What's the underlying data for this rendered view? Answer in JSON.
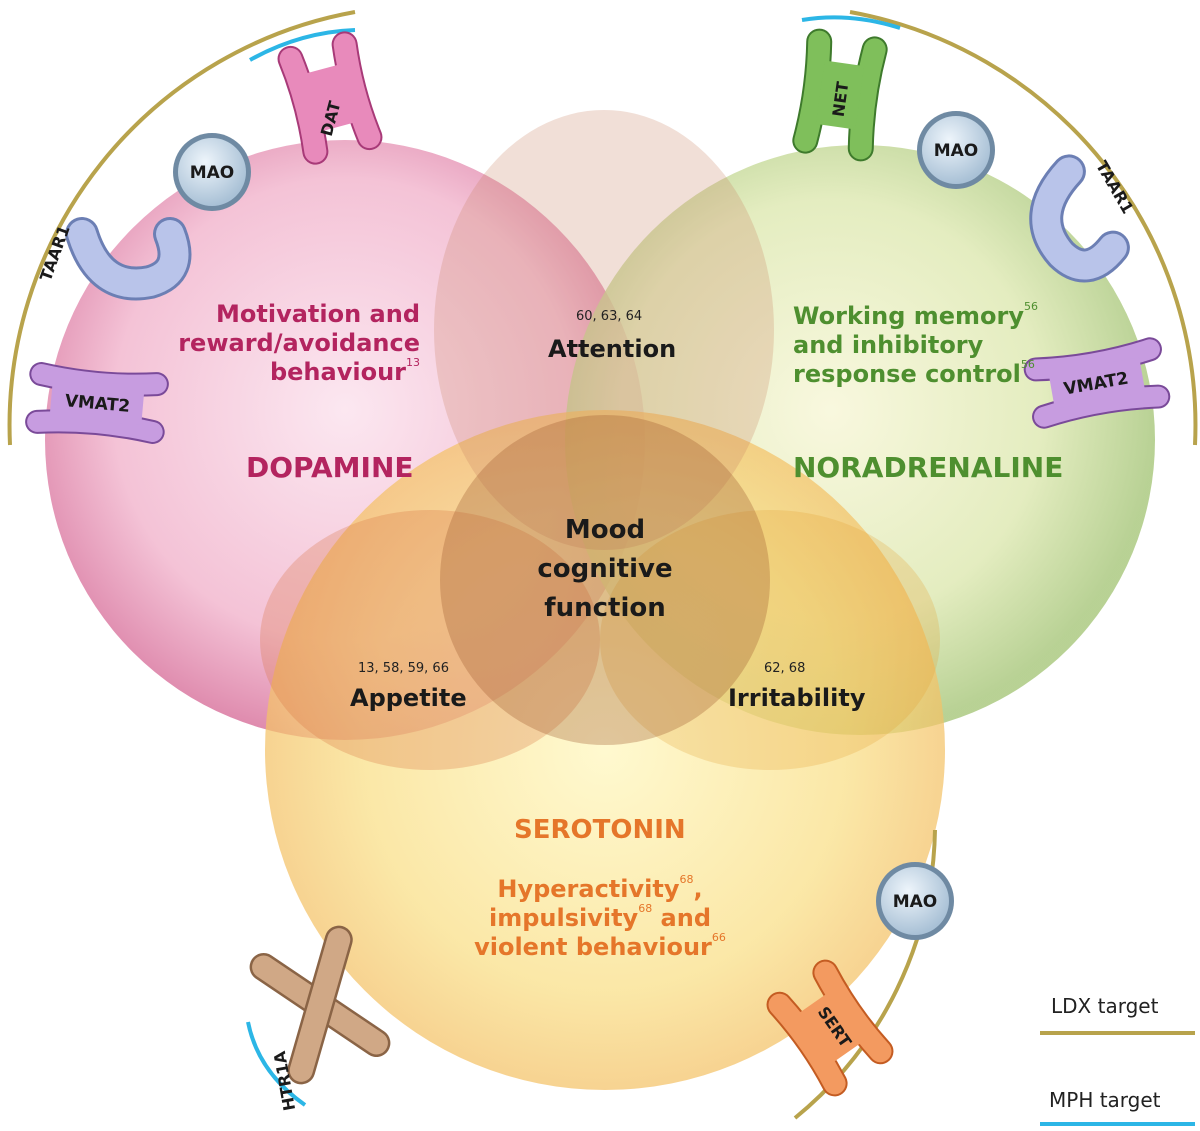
{
  "colors": {
    "dopamine": "#b3245f",
    "noradrenaline": "#4e8f2f",
    "serotonin": "#e5762a",
    "ldx_line": "#b8a34c",
    "mph_line": "#2cb6e6"
  },
  "circles": {
    "dopamine": {
      "name": "DOPAMINE",
      "function_lines": [
        "Motivation and",
        "reward/avoidance",
        "behaviour"
      ],
      "function_ref": "13"
    },
    "noradrenaline": {
      "name": "NORADRENALINE",
      "function_lines": [
        "Working memory",
        "and inhibitory",
        "response control"
      ],
      "function_refs": [
        "56",
        "",
        "56"
      ]
    },
    "serotonin": {
      "name": "SEROTONIN",
      "function_lines": [
        "Hyperactivity",
        ",",
        "impulsivity",
        " and",
        "violent behaviour"
      ],
      "function_refs": [
        "68",
        "68",
        "66"
      ]
    }
  },
  "overlaps": {
    "attention": {
      "label": "Attention",
      "refs": "60, 63, 64"
    },
    "appetite": {
      "label": "Appetite",
      "refs": "13, 58, 59, 66"
    },
    "irritability": {
      "label": "Irritability",
      "refs": "62, 68"
    },
    "center": {
      "lines": [
        "Mood",
        "cognitive",
        "function"
      ]
    }
  },
  "targets": {
    "dat": "DAT",
    "net": "NET",
    "sert": "SERT",
    "mao": "MAO",
    "taar1": "TAAR1",
    "vmat2": "VMAT2",
    "htr1a": "HTR1A"
  },
  "legend": {
    "ldx": "LDX target",
    "mph": "MPH target"
  }
}
